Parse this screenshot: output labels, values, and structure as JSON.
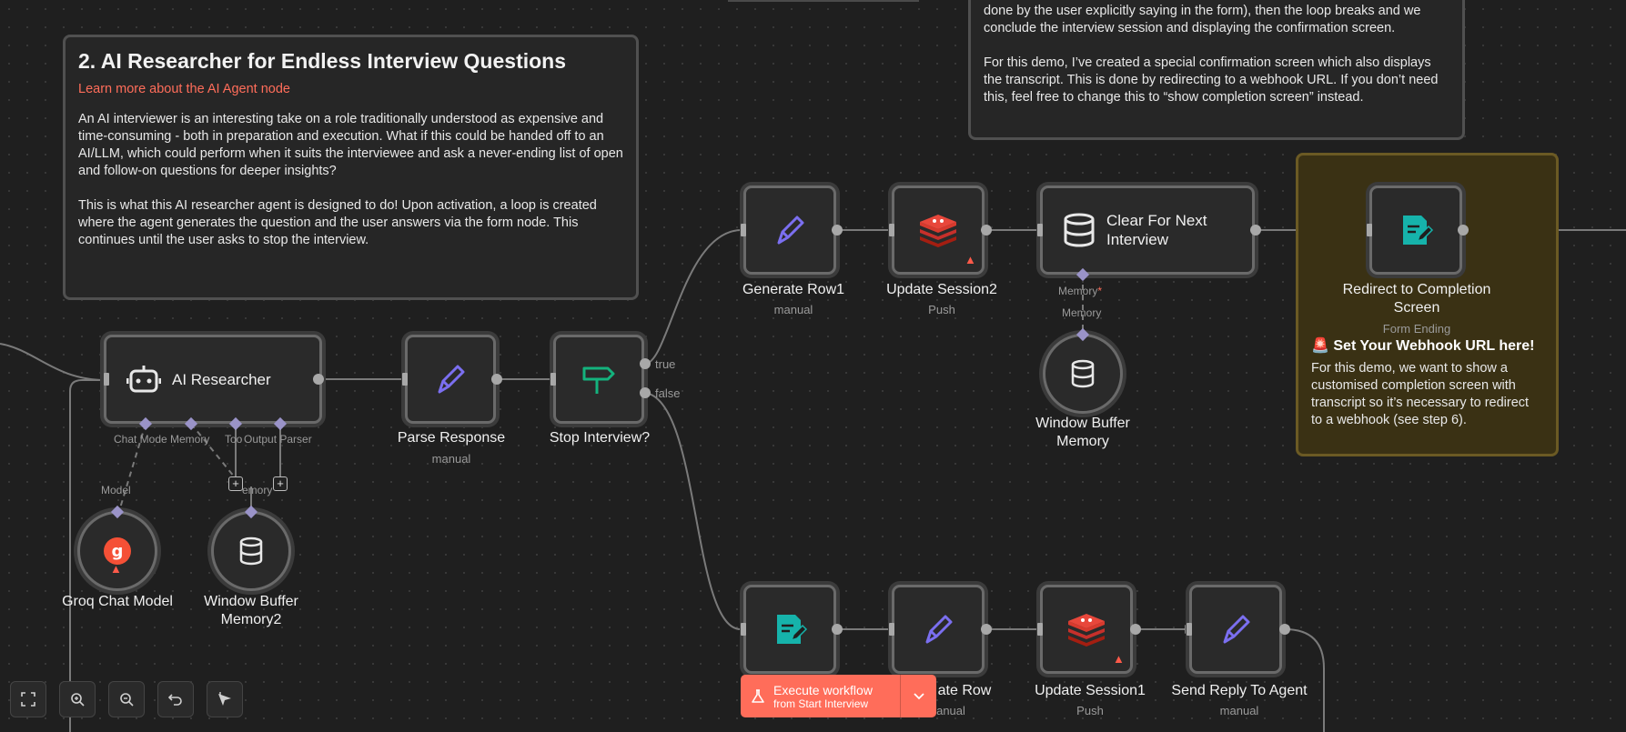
{
  "notes": {
    "main": {
      "title": "2. AI Researcher for Endless Interview Questions",
      "link": "Learn more about the AI Agent node",
      "p1": "An AI interviewer is an interesting take on a role traditionally understood as expensive and time-consuming - both in preparation and execution. What if this could be handed off to an AI/LLM, which could perform when it suits the interviewee and ask a never-ending list of open and follow-on questions for deeper insights?",
      "p2": "This is what this AI researcher agent is designed to do! Upon activation, a loop is created where the agent generates the question and the user answers via the form node. This continues until the user asks to stop the interview."
    },
    "top": {
      "p1": "done by the user explicitly saying in the form), then the loop breaks and we conclude the interview session and displaying the confirmation screen.",
      "p2": "For this demo, I’ve created a special confirmation screen which also displays the transcript. This is done by redirecting to a webhook URL. If you don’t need this, feel free to change this to “show completion screen” instead."
    },
    "webhook": {
      "title": "🚨 Set Your Webhook URL here!",
      "body": "For this demo, we want to show a customised completion screen with transcript so it’s necessary to redirect to a webhook (see step 6)."
    }
  },
  "nodes": {
    "ai_researcher": {
      "label": "AI Researcher",
      "ports": [
        "Chat Mode",
        "Memory",
        "Too",
        "Output Parser"
      ]
    },
    "parse_response": {
      "label": "Parse Response",
      "sub": "manual"
    },
    "stop_interview": {
      "label": "Stop Interview?",
      "true_label": "true",
      "false_label": "false"
    },
    "groq": {
      "label": "Groq Chat Model",
      "port": "Model"
    },
    "wbm2": {
      "label": "Window Buffer Memory2",
      "port": "emory"
    },
    "generate_row1": {
      "label": "Generate Row1",
      "sub": "manual"
    },
    "update_session2": {
      "label": "Update Session2",
      "sub": "Push"
    },
    "clear_next": {
      "label": "Clear For Next Interview",
      "port": "Memory",
      "required": "*"
    },
    "wbm": {
      "label": "Window Buffer Memory",
      "port": "Memory"
    },
    "redirect": {
      "label": "Redirect to Completion Screen",
      "sub": "Form Ending"
    },
    "form_node": {
      "label": ""
    },
    "generate_row": {
      "label": "ate Row",
      "sub": "anual"
    },
    "update_session1": {
      "label": "Update Session1",
      "sub": "Push"
    },
    "send_reply": {
      "label": "Send Reply To Agent",
      "sub": "manual"
    }
  },
  "execute": {
    "title": "Execute workflow",
    "subtitle": "from Start Interview"
  },
  "toolbar": [
    "fit-view",
    "zoom-in",
    "zoom-out",
    "undo",
    "tidy-up"
  ],
  "colors": {
    "accent": "#ff6d5a",
    "edit": "#7b6ff0",
    "redis": "#d83a2e",
    "form": "#16b3ab",
    "if": "#14b37d"
  }
}
